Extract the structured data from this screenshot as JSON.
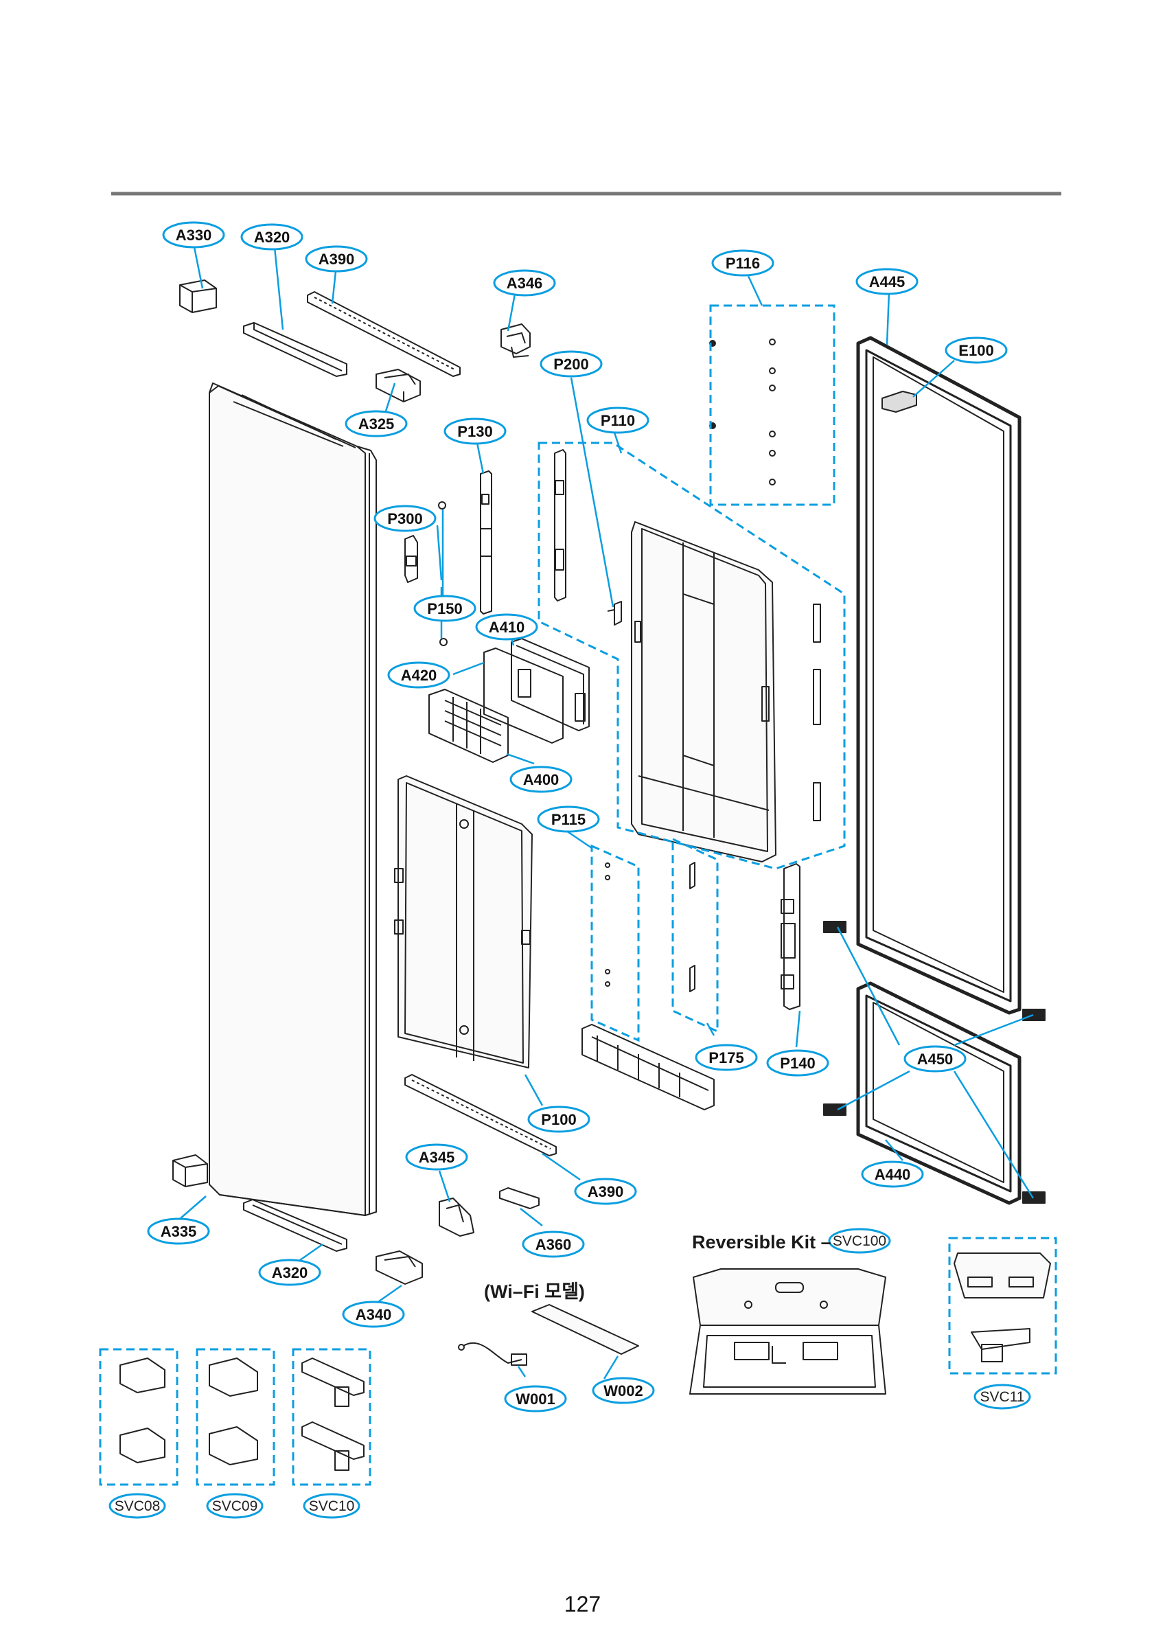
{
  "labels": [
    "A330",
    "A320",
    "A390",
    "A346",
    "P116",
    "A445",
    "E100",
    "P200",
    "A325",
    "P130",
    "P110",
    "P300",
    "P150",
    "A410",
    "A420",
    "A400",
    "P115",
    "P175",
    "P140",
    "A450",
    "P100",
    "A345",
    "A390",
    "A440",
    "A335",
    "A360",
    "A320",
    "A340",
    "W001",
    "W002"
  ],
  "svc_labels": [
    "SVC08",
    "SVC09",
    "SVC10",
    "SVC11",
    "SVC100"
  ],
  "captions": {
    "reversible_kit": "Reversible Kit –",
    "wifi_model": "(Wi–Fi 모델)"
  },
  "page_number": "127",
  "colors": {
    "callout": "#0a9ee0",
    "parts_line": "#222222",
    "rule": "#777777",
    "group_box": "#0a9ee0"
  }
}
